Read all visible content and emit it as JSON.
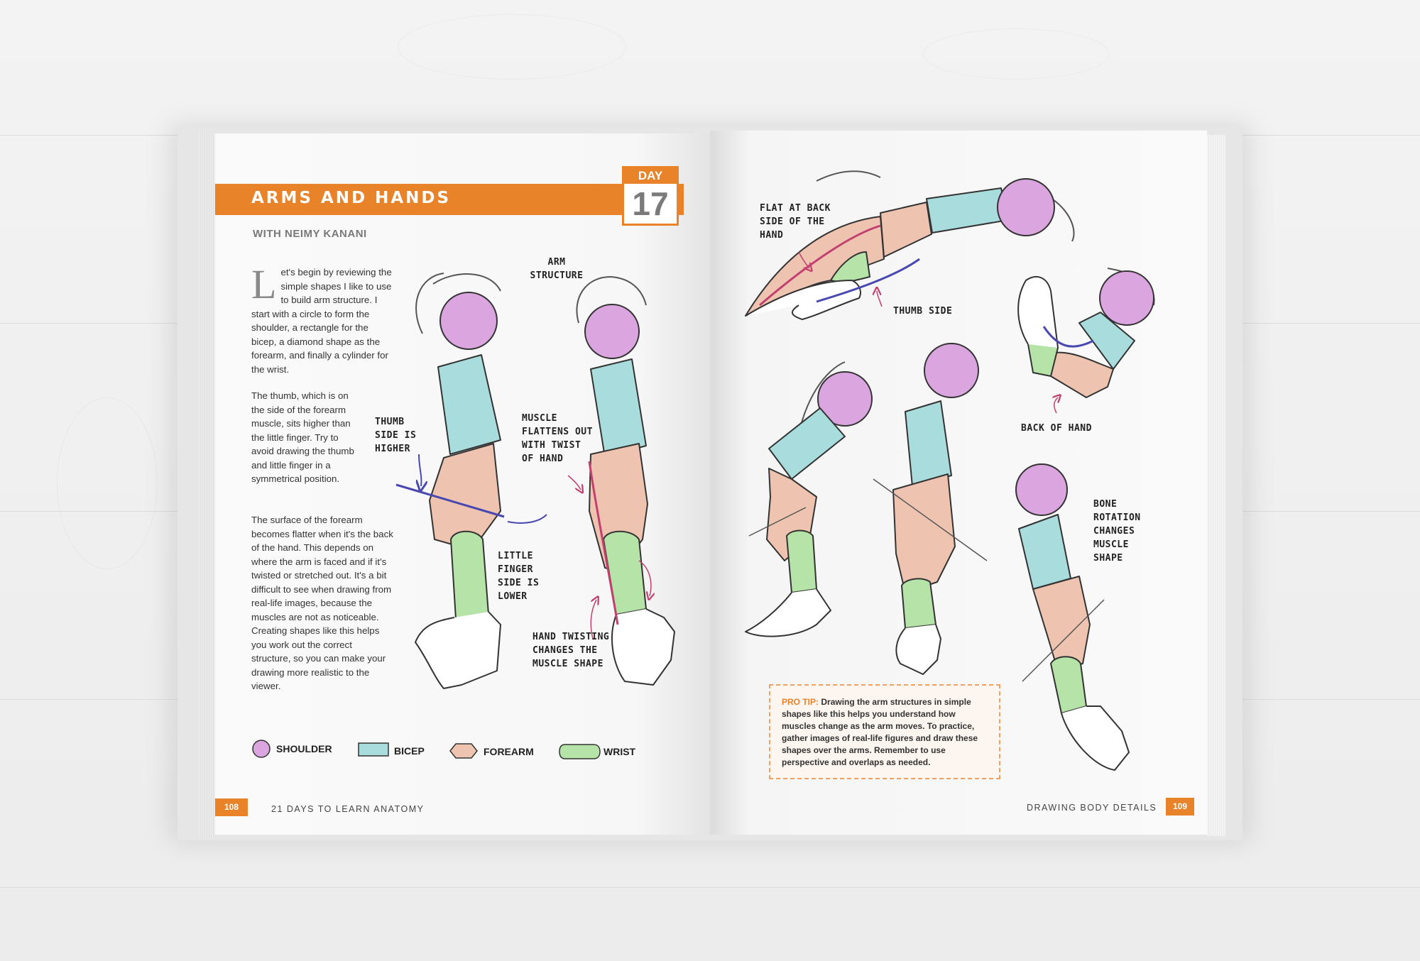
{
  "header": {
    "title": "ARMS AND HANDS",
    "day_label": "DAY",
    "day_number": "17",
    "byline": "WITH NEIMY KANANI"
  },
  "body": {
    "dropcap": "L",
    "p1": "et's begin by reviewing the simple shapes I like to use to build arm structure. I start with a circle to form the shoulder, a rectangle for the bicep, a diamond shape as the forearm, and finally a cylinder for the wrist.",
    "p2": "The thumb, which is on the side of the forearm muscle, sits higher than the little finger. Try to avoid drawing the thumb and little finger in a symmetrical position.",
    "p3": "The surface of the forearm becomes flatter when it's the back of the hand. This depends on where the arm is faced and if it's twisted or stretched out. It's a bit difficult to see when drawing from real-life images, because the muscles are not as noticeable. Creating shapes like this helps you work out the correct structure, so you can make your drawing more realistic to the viewer."
  },
  "annotations": {
    "arm_structure": "ARM STRUCTURE",
    "thumb_higher": "THUMB SIDE IS HIGHER",
    "muscle_flattens": "MUSCLE FLATTENS OUT WITH TWIST OF HAND",
    "little_finger": "LITTLE FINGER SIDE IS LOWER",
    "hand_twisting": "HAND TWISTING CHANGES THE MUSCLE SHAPE",
    "flat_back": "FLAT AT BACK SIDE OF THE HAND",
    "thumb_side": "THUMB SIDE",
    "back_of_hand": "BACK OF HAND",
    "bone_rotation": "BONE ROTATION CHANGES MUSCLE SHAPE"
  },
  "legend": {
    "shoulder": "SHOULDER",
    "bicep": "BICEP",
    "forearm": "FOREARM",
    "wrist": "WRIST"
  },
  "pro_tip": {
    "lead": "PRO TIP:",
    "text": "Drawing the arm structures in simple shapes like this helps you understand how muscles change as the arm moves. To practice, gather images of real-life figures and draw these shapes over the arms. Remember to use perspective and overlaps as needed."
  },
  "footer": {
    "left_page": "108",
    "left_running": "21 DAYS TO LEARN ANATOMY",
    "right_running": "DRAWING BODY DETAILS",
    "right_page": "109"
  },
  "colors": {
    "accent": "#e8832a",
    "shoulder": "#dba6df",
    "bicep": "#a9dcdc",
    "forearm": "#eec4b0",
    "wrist": "#b6e3a7",
    "arrow": "#c24070",
    "line_blue": "#4848b0"
  }
}
